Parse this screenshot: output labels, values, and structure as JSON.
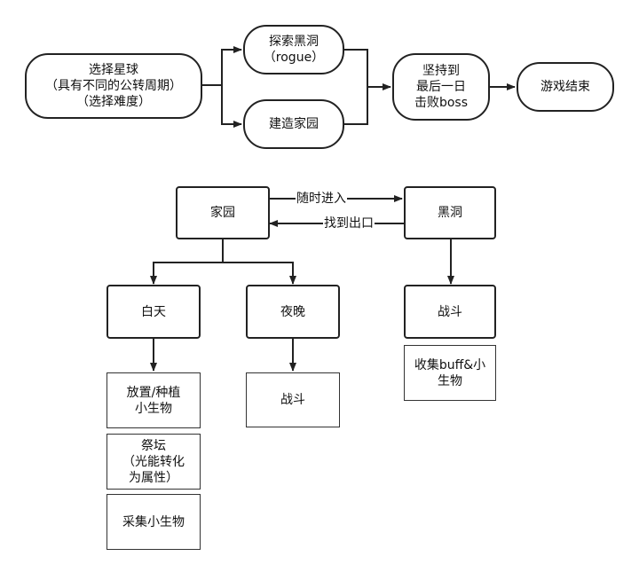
{
  "top_flow": {
    "select_planet": "选择星球\n（具有不同的公转周期）\n（选择难度）",
    "explore_black_hole": "探索黑洞\n（rogue）",
    "build_home": "建造家园",
    "persist": "坚持到\n最后一日\n击败boss",
    "game_end": "游戏结束"
  },
  "bottom_flow": {
    "home": "家园",
    "black_hole": "黑洞",
    "enter_anytime_label": "随时进入",
    "find_exit_label": "找到出口",
    "day": "白天",
    "night": "夜晚",
    "place_plant": "放置/种植\n小生物",
    "altar": "祭坛\n（光能转化\n为属性）",
    "collect": "采集小生物",
    "night_battle": "战斗",
    "hole_battle": "战斗",
    "collect_buff": "收集buff&小\n生物"
  }
}
